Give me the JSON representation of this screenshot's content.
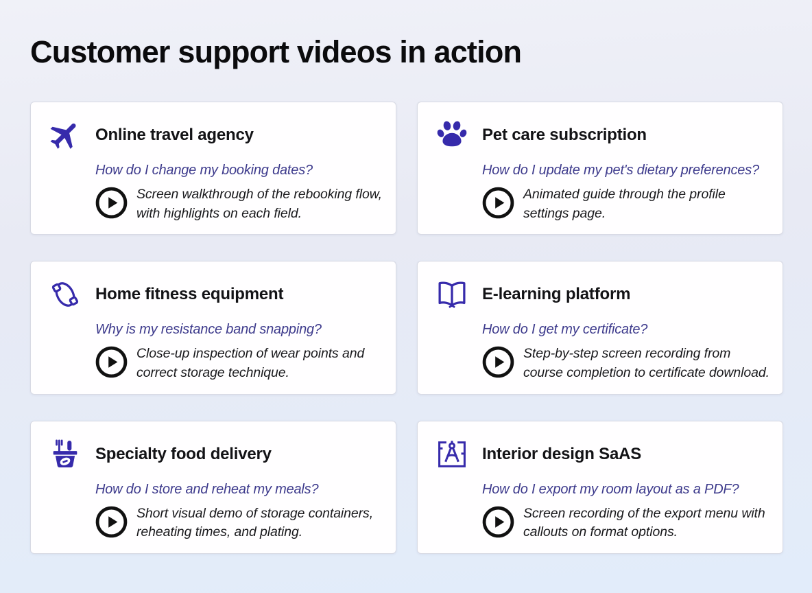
{
  "page": {
    "title": "Customer support videos in action"
  },
  "colors": {
    "accent_indigo": "#362aab",
    "question_text": "#3d3a8c",
    "card_background": "#ffffff",
    "card_border": "#d8dae4",
    "page_background_top": "#eef0f8",
    "page_background_bottom": "#e2ecfa",
    "play_button": "#111111"
  },
  "cards": [
    {
      "icon": "airplane-icon",
      "title": "Online travel agency",
      "question": "How do I change my booking dates?",
      "description": "Screen walkthrough of the rebooking flow, with highlights on each field."
    },
    {
      "icon": "paw-icon",
      "title": "Pet care subscription",
      "question": "How do I update my pet's dietary preferences?",
      "description": "Animated guide through the profile settings page."
    },
    {
      "icon": "resistance-band-icon",
      "title": "Home fitness equipment",
      "question": "Why is my resistance band snapping?",
      "description": "Close-up inspection of wear points and correct storage technique."
    },
    {
      "icon": "open-book-icon",
      "title": "E-learning platform",
      "question": "How do I get my certificate?",
      "description": "Step-by-step screen recording from course completion to certificate download."
    },
    {
      "icon": "food-basket-icon",
      "title": "Specialty food delivery",
      "question": "How do I store and reheat my meals?",
      "description": "Short visual demo of storage containers, reheating times, and plating."
    },
    {
      "icon": "drafting-compass-icon",
      "title": "Interior design SaAS",
      "question": "How do I export my room layout as a PDF?",
      "description": "Screen recording of the export menu with callouts on format options."
    }
  ]
}
